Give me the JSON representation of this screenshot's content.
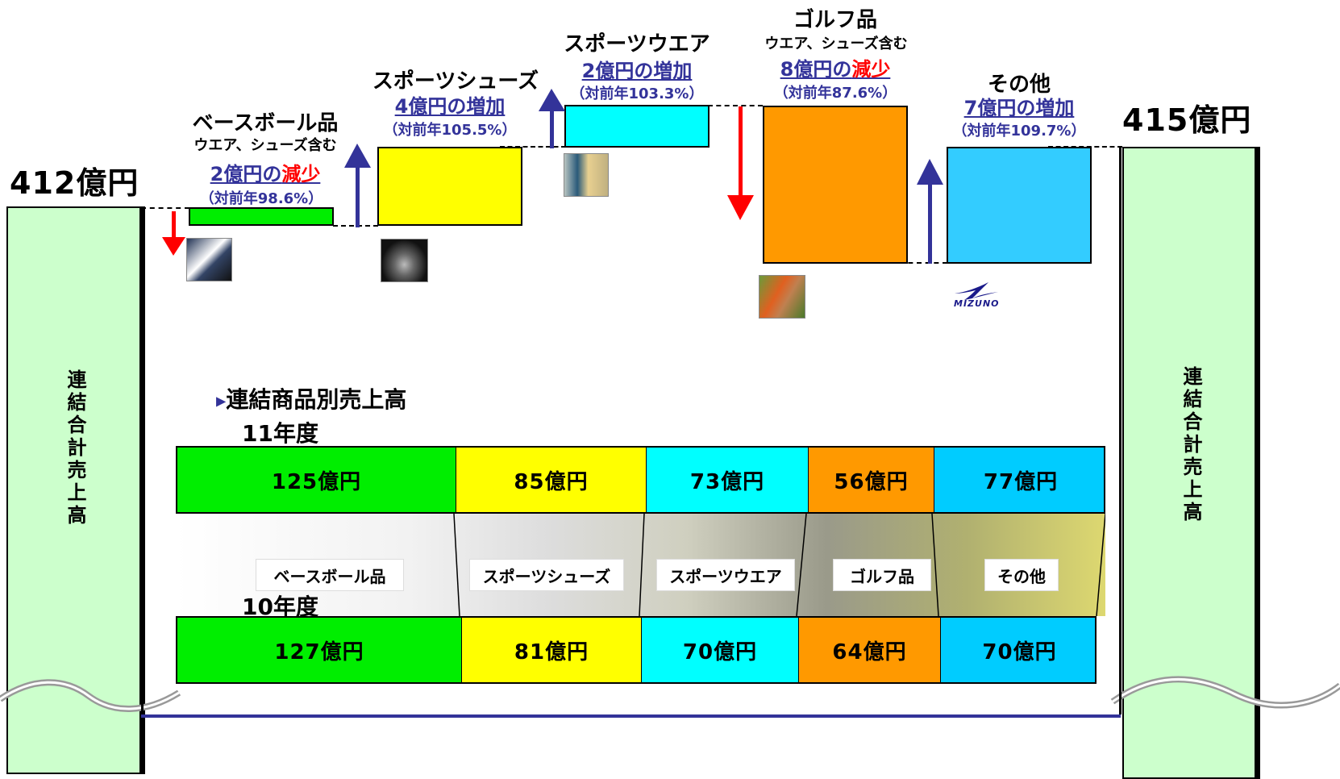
{
  "totals": {
    "prev": "412億円",
    "curr": "415億円",
    "pillar_label": "連結合計売上高"
  },
  "changes": [
    {
      "title": "ベースボール品",
      "sub": "ウエア、シューズ含む",
      "change_prefix": "2億円の",
      "change_word": "減少",
      "pct": "（対前年98.6%）",
      "direction": "down",
      "color": "#00ee00"
    },
    {
      "title": "スポーツシューズ",
      "sub": "",
      "change_prefix": "",
      "change_word": "4億円の増加",
      "pct": "（対前年105.5%）",
      "direction": "up",
      "color": "#ffff00"
    },
    {
      "title": "スポーツウエア",
      "sub": "",
      "change_prefix": "",
      "change_word": "2億円の増加",
      "pct": "（対前年103.3%）",
      "direction": "up",
      "color": "#00ffff"
    },
    {
      "title": "ゴルフ品",
      "sub": "ウエア、シューズ含む",
      "change_prefix": "8億円の",
      "change_word": "減少",
      "pct": "（対前年87.6%）",
      "direction": "down",
      "color": "#ff9900"
    },
    {
      "title": "その他",
      "sub": "",
      "change_prefix": "",
      "change_word": "7億円の増加",
      "pct": "（対前年109.7%）",
      "direction": "up",
      "color": "#33ccff"
    }
  ],
  "section_title": "連結商品別売上高",
  "fy11": {
    "label": "11年度",
    "values": [
      "125億円",
      "85億円",
      "73億円",
      "56億円",
      "77億円"
    ]
  },
  "fy10": {
    "label": "10年度",
    "values": [
      "127億円",
      "81億円",
      "70億円",
      "64億円",
      "70億円"
    ]
  },
  "categories": [
    "ベースボール品",
    "スポーツシューズ",
    "スポーツウエア",
    "ゴルフ品",
    "その他"
  ],
  "logo_text": "MIZUNO",
  "icons": {
    "down": "red-down-arrow",
    "up": "blue-up-arrow"
  },
  "chart_data": {
    "type": "bar",
    "subtype": "waterfall",
    "categories": [
      "ベースボール品",
      "スポーツシューズ",
      "スポーツウエア",
      "ゴルフ品",
      "その他"
    ],
    "start_total": 412,
    "end_total": 415,
    "unit": "億円",
    "deltas": [
      -2,
      4,
      2,
      -8,
      7
    ],
    "yoy_percent": [
      98.6,
      105.5,
      103.3,
      87.6,
      109.7
    ],
    "series": [
      {
        "name": "11年度",
        "values": [
          125,
          85,
          73,
          56,
          77
        ]
      },
      {
        "name": "10年度",
        "values": [
          127,
          81,
          70,
          64,
          70
        ]
      }
    ],
    "colors": [
      "#00ee00",
      "#ffff00",
      "#00ffff",
      "#ff9900",
      "#33ccff"
    ]
  }
}
